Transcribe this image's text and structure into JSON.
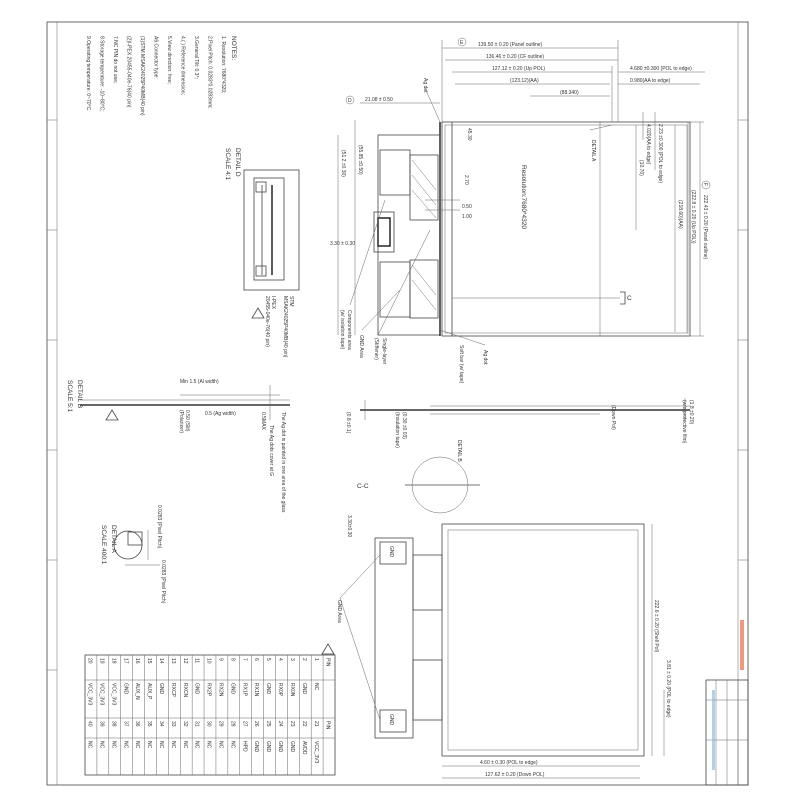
{
  "notes": {
    "title": "NOTES:",
    "lines": [
      "1.                    Resolution: 7680*4320;",
      "2.Pixel Pitch: 0.0283*0.0283mm;",
      "3.General Tilt: 0.3°;",
      "4.( ) Reference dimension;",
      "5.View direction: free;",
      "A6.Connector type:",
      "   (1)STM  MSAK24025P40MB(40 pin)",
      "   (2)I-PEX  20455-040e-76(40 pin)",
      "7.NC PIN do not use;",
      "8.Storage temperature: -10~80°C;",
      "9.Operating temperature: 0~70°C."
    ]
  },
  "detail_d": {
    "title": "DETAIL  D",
    "scale": "SCALE  4:1",
    "conn1": "STM",
    "conn1_part": "MSAK24025P40MB(40 pin)",
    "conn2": "I-PEX",
    "conn2_part": "20455-040e-76(40 pin)"
  },
  "front_view": {
    "panel_outline": "139.50 ± 0.20  (Panel outline)",
    "cf_outline": "136.46 ± 0.20  (CF outline)",
    "up_pol": "127.12 ± 0.20  (Up POL)",
    "aa": "(123.12)(AA)",
    "ref": "(88.340)",
    "pol_to_edge": "4.680 ±0.300 (POL to edge)",
    "aa_to_edge": "0.980(AA to edge)",
    "v_panel": "222.43 ± 0.20  (Panel outline)",
    "v_up_pol": "(222.8 ± 0.20 (Up POL))",
    "v_aa": "(218.60)(AA)",
    "v_pol_edge": "2.23 ±0.300 (POL to edge)",
    "v_aa_edge": "4.020(AA to edge)",
    "v_ref": "(10.70)",
    "fpc_width": "21.08 ± 0.50",
    "fpc_h1": "(51.2 ±0.30)",
    "fpc_h2": "(55.85 ±0.50)",
    "fpc_offset": "3.30 ± 0.30",
    "small1": "0.50",
    "small2": "1.00",
    "small3": "2.70",
    "small4": "45.30",
    "resolution": "Resolution:7680*4320",
    "detail_a": "DETAIL  A",
    "section_c": "C",
    "ag_dot_top": "Ag dot",
    "ag_dot_bottom": "Ag dot",
    "components": "Components area",
    "isolation": "(w/ isolation tape)",
    "gnd_area": "GND Area",
    "single_layer": "Single-layer",
    "stiffener": "(Stiffener)",
    "soft_bar": "Soft bar (w/ tape)",
    "marker_e": "E",
    "marker_f": "F",
    "marker_d": "D"
  },
  "side_view": {
    "thickness": "(1.8 ±0.20)",
    "pol_note": "(w/o protective film)",
    "down_pol": "(Down Pol)",
    "fpc_thick": "(0.30 ±0.03)",
    "fpc_thick_note": "(Insulation tape)",
    "stiff_thick": "(0.8 ±0.1)",
    "detail_b": "DETAIL  B",
    "section_cc": "C-C"
  },
  "back_view": {
    "shell_pol": "222.6 ± 0.20  (Shell Pol)",
    "pol_edge_v": "3.81 ± 0.20  (POL to edge)",
    "pol_edge_h": "4.60 ± 0.30  (POL to edge)",
    "down_pol": "127.62 ± 0.20  (Down POL)",
    "gnd_top": "GND",
    "gnd_bottom": "GND",
    "gnd_area": "GND Area",
    "dim": "3.30±0.30"
  },
  "detail_b": {
    "title": "DETAIL  B",
    "scale": "SCALE  5:1",
    "label1": "Min 1.5 (Al width)",
    "label2": "0.5 (Ag width)",
    "label3": "0.50 (Slit)",
    "label4": "(Polarizer)",
    "label5": "0.5MAX",
    "label6": "The Ag dot is painted in one area of the glass",
    "label7": "The Ag dots cover at G"
  },
  "detail_a": {
    "title": "DETAIL  A",
    "scale": "SCALE  400:1",
    "pitch_v": "0.0283 (Pixel Pitch)",
    "pitch_h": "0.0283 (Pixel Pitch)"
  },
  "pin_table": {
    "header_pin": "PIN",
    "header_sig": "",
    "rows": [
      [
        "1",
        "NC",
        "21",
        "VCC_3V3"
      ],
      [
        "2",
        "GND",
        "22",
        "AVDD"
      ],
      [
        "3",
        "RX0N",
        "23",
        "GND"
      ],
      [
        "4",
        "RX0P",
        "24",
        "GND"
      ],
      [
        "5",
        "GND",
        "25",
        "GND"
      ],
      [
        "6",
        "RX1N",
        "26",
        "GND"
      ],
      [
        "7",
        "RX1P",
        "27",
        "HPD"
      ],
      [
        "8",
        "GND",
        "28",
        "NC"
      ],
      [
        "9",
        "RX2N",
        "29",
        "NC"
      ],
      [
        "10",
        "RX2P",
        "30",
        "NC"
      ],
      [
        "11",
        "GND",
        "31",
        "NC"
      ],
      [
        "12",
        "RXCN",
        "32",
        "NC"
      ],
      [
        "13",
        "RXCP",
        "33",
        "NC"
      ],
      [
        "14",
        "GND",
        "34",
        "NC"
      ],
      [
        "15",
        "AUX_P",
        "35",
        "NC"
      ],
      [
        "16",
        "AUX_N",
        "36",
        "NC"
      ],
      [
        "17",
        "GND",
        "37",
        "NC"
      ],
      [
        "18",
        "VCC_3V3",
        "38",
        "NC"
      ],
      [
        "19",
        "VCC_3V3",
        "39",
        "NC"
      ],
      [
        "20",
        "VCC_3V3",
        "40",
        "NC"
      ]
    ]
  },
  "colors": {
    "line": "#444444",
    "stamp": "#e8502a",
    "watermark": "#7fb0d8"
  }
}
